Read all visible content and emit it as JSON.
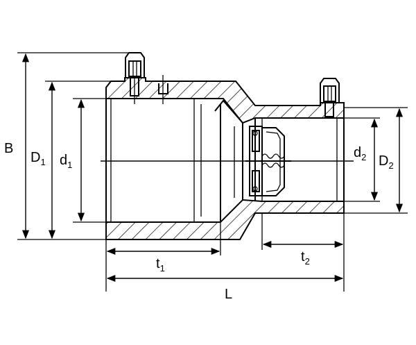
{
  "labels": {
    "B": "B",
    "D1": "D",
    "D1_sub": "1",
    "d1": "d",
    "d1_sub": "1",
    "d2": "d",
    "d2_sub": "2",
    "D2": "D",
    "D2_sub": "2",
    "t1": "t",
    "t1_sub": "1",
    "t2": "t",
    "t2_sub": "2",
    "L": "L"
  },
  "colors": {
    "line": "#000000",
    "background": "#ffffff"
  }
}
